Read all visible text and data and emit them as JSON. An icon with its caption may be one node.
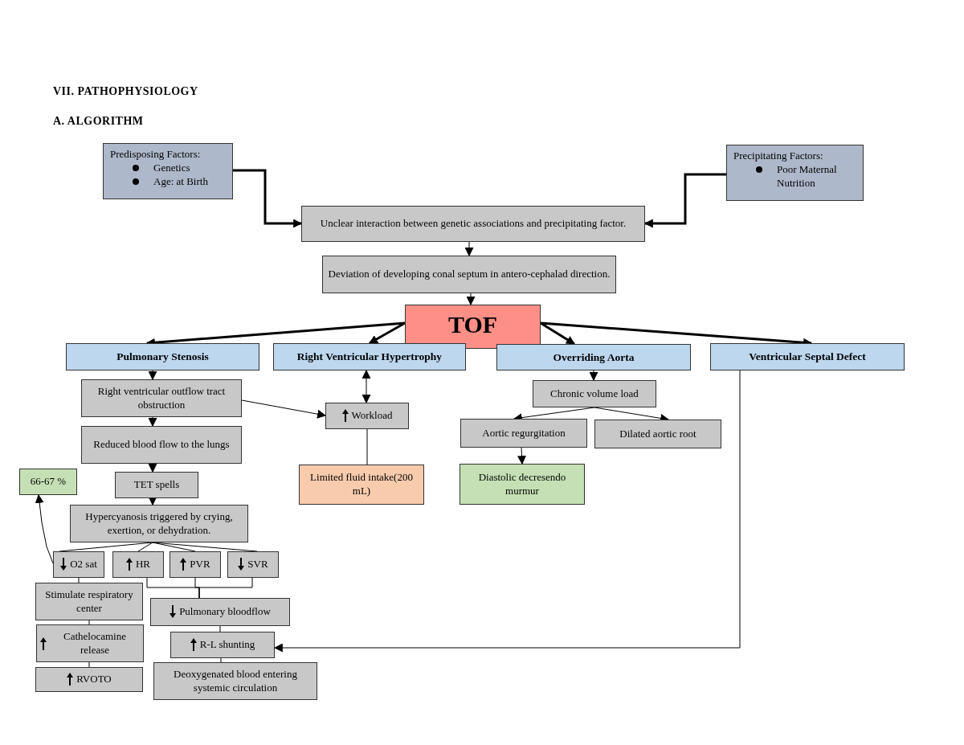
{
  "diagram": {
    "title": "VII. PATHOPHYSIOLOGY",
    "nodes": [
      {
        "text": [
          "Predisposing Factors:",
          "Genetics",
          "Age: at Birth"
        ]
      },
      {
        "text": [
          "Precipitating Factors:",
          "Poor Maternal Nutrition"
        ]
      },
      {
        "text": [
          "Unclear interaction between genetic associations and precipitating factor."
        ]
      },
      {
        "text": [
          "Deviation of developing conal septum in antero-cephalad direction."
        ]
      },
      {
        "text": [
          "TOF"
        ]
      },
      {
        "text": [
          "Pulmonary Stenosis"
        ]
      },
      {
        "text": [
          "Right Ventricular Hypertrophy"
        ]
      },
      {
        "text": [
          "Overriding Aorta"
        ]
      },
      {
        "text": [
          "Ventricular Septal Defect"
        ]
      },
      {
        "text": [
          "Right ventricular outflow tract obstruction"
        ]
      },
      {
        "text": [
          "Workload"
        ]
      },
      {
        "text": [
          "Limited fluid intake(200 mL)"
        ]
      },
      {
        "text": [
          "Reduced blood flow to the lungs"
        ]
      },
      {
        "text": [
          "TET spells"
        ]
      },
      {
        "text": [
          "66-67 %"
        ]
      },
      {
        "text": [
          "Hypercyanosis triggered by crying, exertion, or dehydration."
        ]
      },
      {
        "text": [
          "O2 sat"
        ]
      },
      {
        "text": [
          "HR"
        ]
      },
      {
        "text": [
          "PVR"
        ]
      },
      {
        "text": [
          "SVR"
        ]
      },
      {
        "text": [
          "Stimulate respiratory center"
        ]
      },
      {
        "text": [
          "Pulmonary bloodflow"
        ]
      },
      {
        "text": [
          "Cathelocamine release"
        ]
      },
      {
        "text": [
          "R-L shunting"
        ]
      },
      {
        "text": [
          "RVOTO"
        ]
      },
      {
        "text": [
          "Deoxygenated blood entering systemic circulation"
        ]
      },
      {
        "text": [
          "Chronic volume load"
        ]
      },
      {
        "text": [
          "Aortic regurgitation"
        ]
      },
      {
        "text": [
          "Dilated aortic root"
        ]
      },
      {
        "text": [
          "Diastolic decresendo murmur"
        ]
      }
    ],
    "edges": [
      {
        "from": 0,
        "to": 2,
        "arrow": "to",
        "style": "thick"
      },
      {
        "from": 1,
        "to": 2,
        "arrow": "to",
        "style": "thick"
      },
      {
        "from": 2,
        "to": 3,
        "arrow": "to"
      },
      {
        "from": 3,
        "to": 4,
        "arrow": "to"
      },
      {
        "from": 4,
        "to": 5,
        "arrow": "to",
        "style": "thick"
      },
      {
        "from": 4,
        "to": 6,
        "arrow": "to",
        "style": "thick"
      },
      {
        "from": 4,
        "to": 7,
        "arrow": "to",
        "style": "thick"
      },
      {
        "from": 4,
        "to": 8,
        "arrow": "to",
        "style": "thick"
      },
      {
        "from": 5,
        "to": 9,
        "arrow": "to"
      },
      {
        "from": 9,
        "to": 12,
        "arrow": "to"
      },
      {
        "from": 12,
        "to": 13,
        "arrow": "to"
      },
      {
        "from": 13,
        "to": 15,
        "arrow": "to"
      },
      {
        "from": 9,
        "to": 10,
        "arrow": "to"
      },
      {
        "from": 6,
        "to": 10,
        "arrow": "both"
      },
      {
        "from": 10,
        "to": 11,
        "arrow": "none"
      },
      {
        "from": 15,
        "to": 16,
        "arrow": "none"
      },
      {
        "from": 15,
        "to": 17,
        "arrow": "none"
      },
      {
        "from": 15,
        "to": 18,
        "arrow": "none"
      },
      {
        "from": 15,
        "to": 19,
        "arrow": "none"
      },
      {
        "from": 16,
        "to": 14,
        "arrow": "to"
      },
      {
        "from": 16,
        "to": 20,
        "arrow": "none"
      },
      {
        "from": 20,
        "to": 22,
        "arrow": "none"
      },
      {
        "from": 22,
        "to": 24,
        "arrow": "none"
      },
      {
        "from": 17,
        "to": 21,
        "arrow": "none"
      },
      {
        "from": 18,
        "to": 21,
        "arrow": "none"
      },
      {
        "from": 19,
        "to": 21,
        "arrow": "none"
      },
      {
        "from": 21,
        "to": 23,
        "arrow": "none"
      },
      {
        "from": 23,
        "to": 25,
        "arrow": "none"
      },
      {
        "from": 8,
        "to": 23,
        "arrow": "to"
      },
      {
        "from": 7,
        "to": 26,
        "arrow": "to"
      },
      {
        "from": 26,
        "to": 27,
        "arrow": "to"
      },
      {
        "from": 26,
        "to": 28,
        "arrow": "to"
      },
      {
        "from": 27,
        "to": 29,
        "arrow": "to"
      }
    ],
    "labels": [
      "A. ALGORITHM"
    ]
  }
}
